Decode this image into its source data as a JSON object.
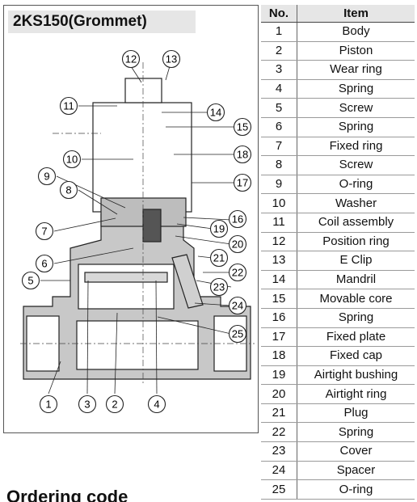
{
  "diagram": {
    "title": "2KS150(Grommet)",
    "callouts": [
      "1",
      "2",
      "3",
      "4",
      "5",
      "6",
      "7",
      "8",
      "9",
      "10",
      "11",
      "12",
      "13",
      "14",
      "15",
      "16",
      "17",
      "18",
      "19",
      "20",
      "21",
      "22",
      "23",
      "24",
      "25"
    ]
  },
  "table": {
    "headers": {
      "no": "No.",
      "item": "Item"
    },
    "rows": [
      {
        "no": "1",
        "item": "Body"
      },
      {
        "no": "2",
        "item": "Piston"
      },
      {
        "no": "3",
        "item": "Wear ring"
      },
      {
        "no": "4",
        "item": "Spring"
      },
      {
        "no": "5",
        "item": "Screw"
      },
      {
        "no": "6",
        "item": "Spring"
      },
      {
        "no": "7",
        "item": "Fixed ring"
      },
      {
        "no": "8",
        "item": "Screw"
      },
      {
        "no": "9",
        "item": "O-ring"
      },
      {
        "no": "10",
        "item": "Washer"
      },
      {
        "no": "11",
        "item": "Coil assembly"
      },
      {
        "no": "12",
        "item": "Position ring"
      },
      {
        "no": "13",
        "item": "E Clip"
      },
      {
        "no": "14",
        "item": "Mandril"
      },
      {
        "no": "15",
        "item": "Movable core"
      },
      {
        "no": "16",
        "item": "Spring"
      },
      {
        "no": "17",
        "item": "Fixed plate"
      },
      {
        "no": "18",
        "item": "Fixed cap"
      },
      {
        "no": "19",
        "item": "Airtight bushing"
      },
      {
        "no": "20",
        "item": "Airtight ring"
      },
      {
        "no": "21",
        "item": "Plug"
      },
      {
        "no": "22",
        "item": "Spring"
      },
      {
        "no": "23",
        "item": "Cover"
      },
      {
        "no": "24",
        "item": "Spacer"
      },
      {
        "no": "25",
        "item": "O-ring"
      }
    ]
  },
  "bottom_heading": "Ordering code"
}
